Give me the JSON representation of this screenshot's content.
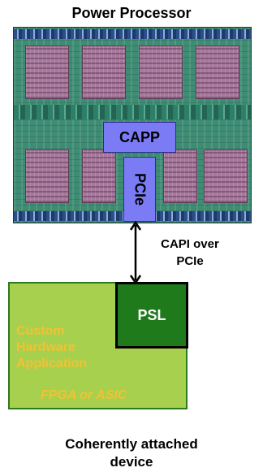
{
  "title": "Power Processor",
  "capp_label": "CAPP",
  "pcie_label": "PCIe",
  "link_label": "CAPI over\nPCIe",
  "psl_label": "PSL",
  "app_label": "Custom\nHardware\nApplication",
  "fpga_label": "FPGA or ASIC",
  "caption": "Coherently attached\ndevice",
  "colors": {
    "capp_fill": "#7b7cf5",
    "fpga_fill": "#a8d04f",
    "psl_fill": "#1e7a1b",
    "app_text": "#f1c232"
  }
}
